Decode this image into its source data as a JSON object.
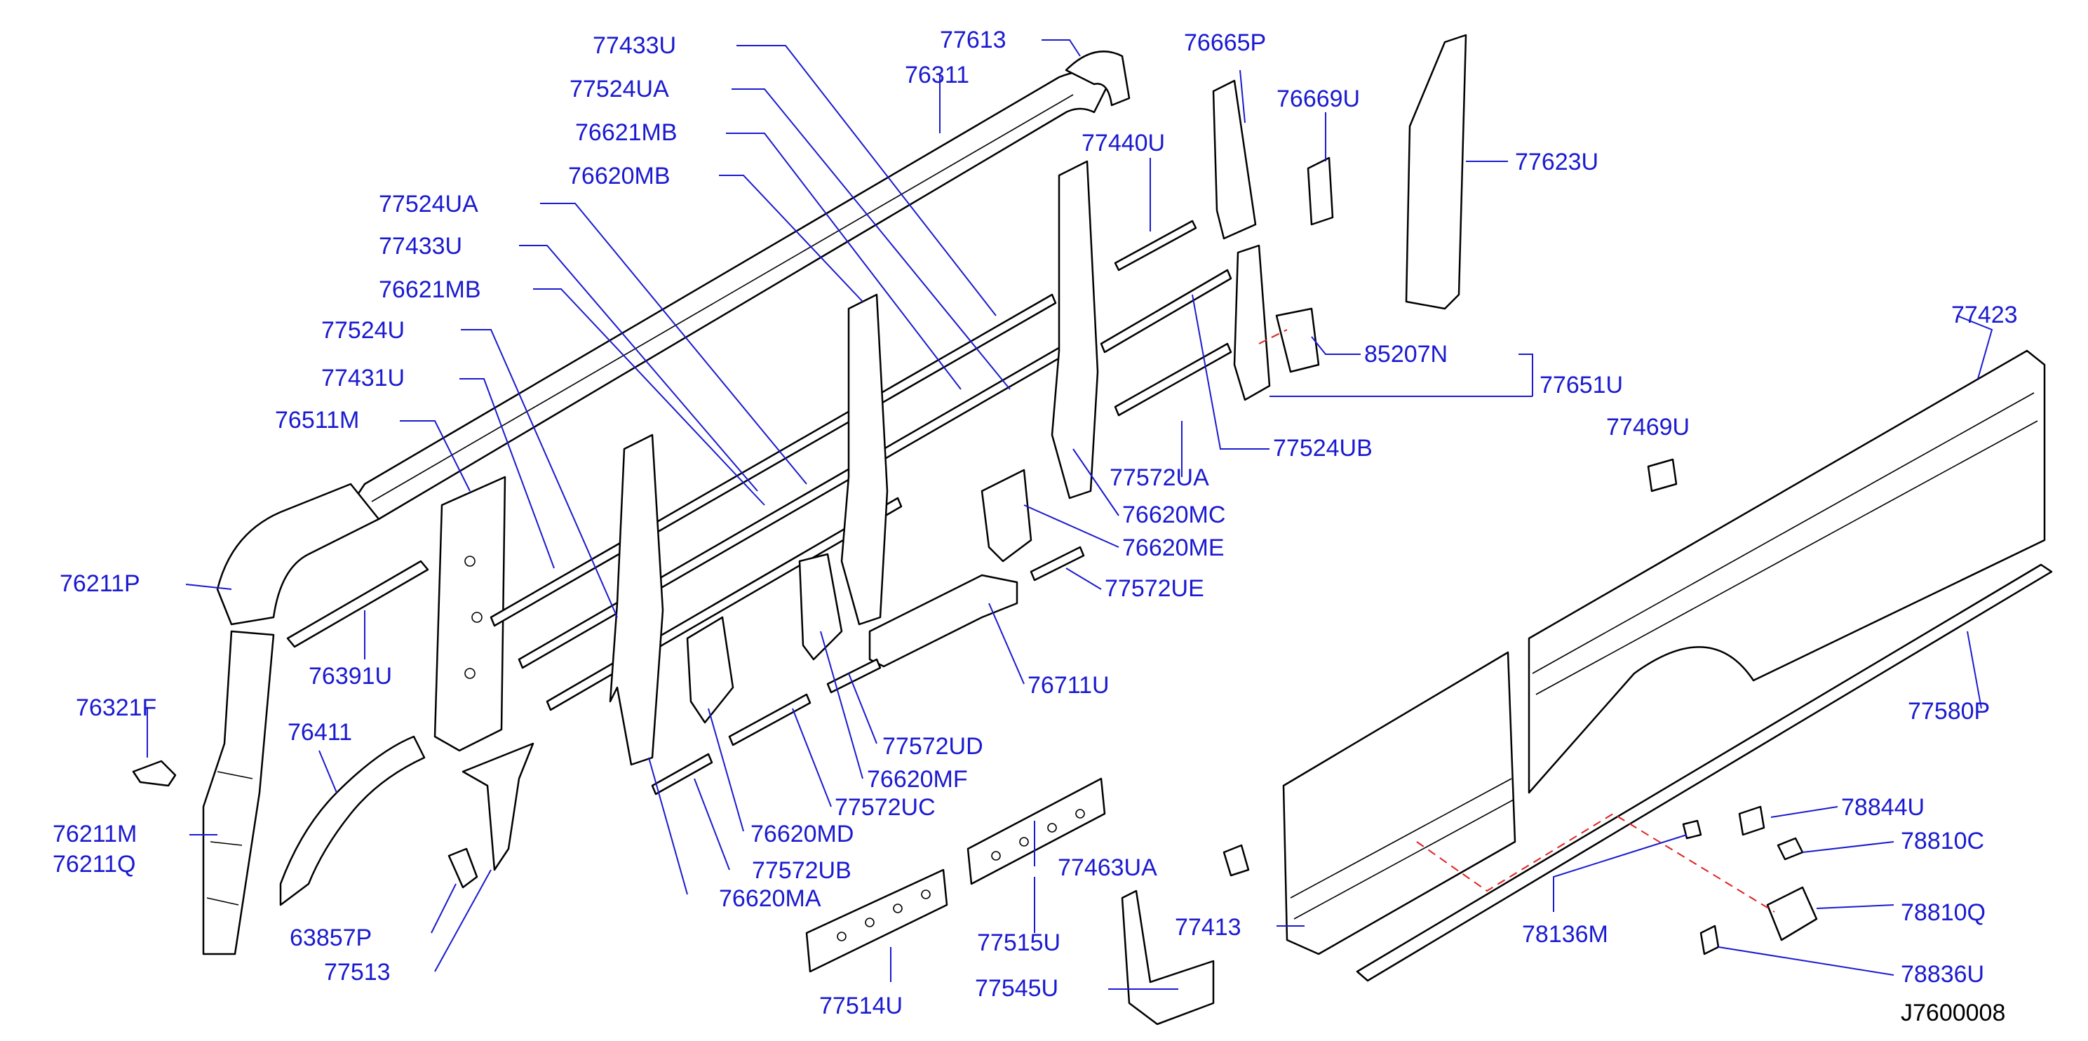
{
  "diagram": {
    "code": "J7600008",
    "labels": {
      "p77433U_top": "77433U",
      "p77613": "77613",
      "p76665P": "76665P",
      "p77524UA_top": "77524UA",
      "p76311": "76311",
      "p76669U": "76669U",
      "p76621MB_top": "76621MB",
      "p77440U": "77440U",
      "p77623U": "77623U",
      "p76620MB": "76620MB",
      "p77524UA_left": "77524UA",
      "p77433U_left": "77433U",
      "p76621MB_left": "76621MB",
      "p77524U": "77524U",
      "p77423": "77423",
      "p85207N": "85207N",
      "p77651U": "77651U",
      "p77431U": "77431U",
      "p76511M": "76511M",
      "p77524UB": "77524UB",
      "p77469U": "77469U",
      "p77572UA": "77572UA",
      "p76620MC": "76620MC",
      "p76620ME": "76620ME",
      "p76211P": "76211P",
      "p77572UE": "77572UE",
      "p76391U": "76391U",
      "p76711U": "76711U",
      "p77580P": "77580P",
      "p76321F": "76321F",
      "p76411": "76411",
      "p77572UD": "77572UD",
      "p76620MF": "76620MF",
      "p77572UC": "77572UC",
      "p78844U": "78844U",
      "p76211M": "76211M",
      "p76211Q": "76211Q",
      "p76620MD": "76620MD",
      "p78810C": "78810C",
      "p77463UA": "77463UA",
      "p77572UB": "77572UB",
      "p78136M": "78136M",
      "p76620MA": "76620MA",
      "p78810Q": "78810Q",
      "p63857P": "63857P",
      "p77413": "77413",
      "p77515U": "77515U",
      "p78836U": "78836U",
      "p77513": "77513",
      "p77514U": "77514U",
      "p77545U": "77545U"
    }
  }
}
